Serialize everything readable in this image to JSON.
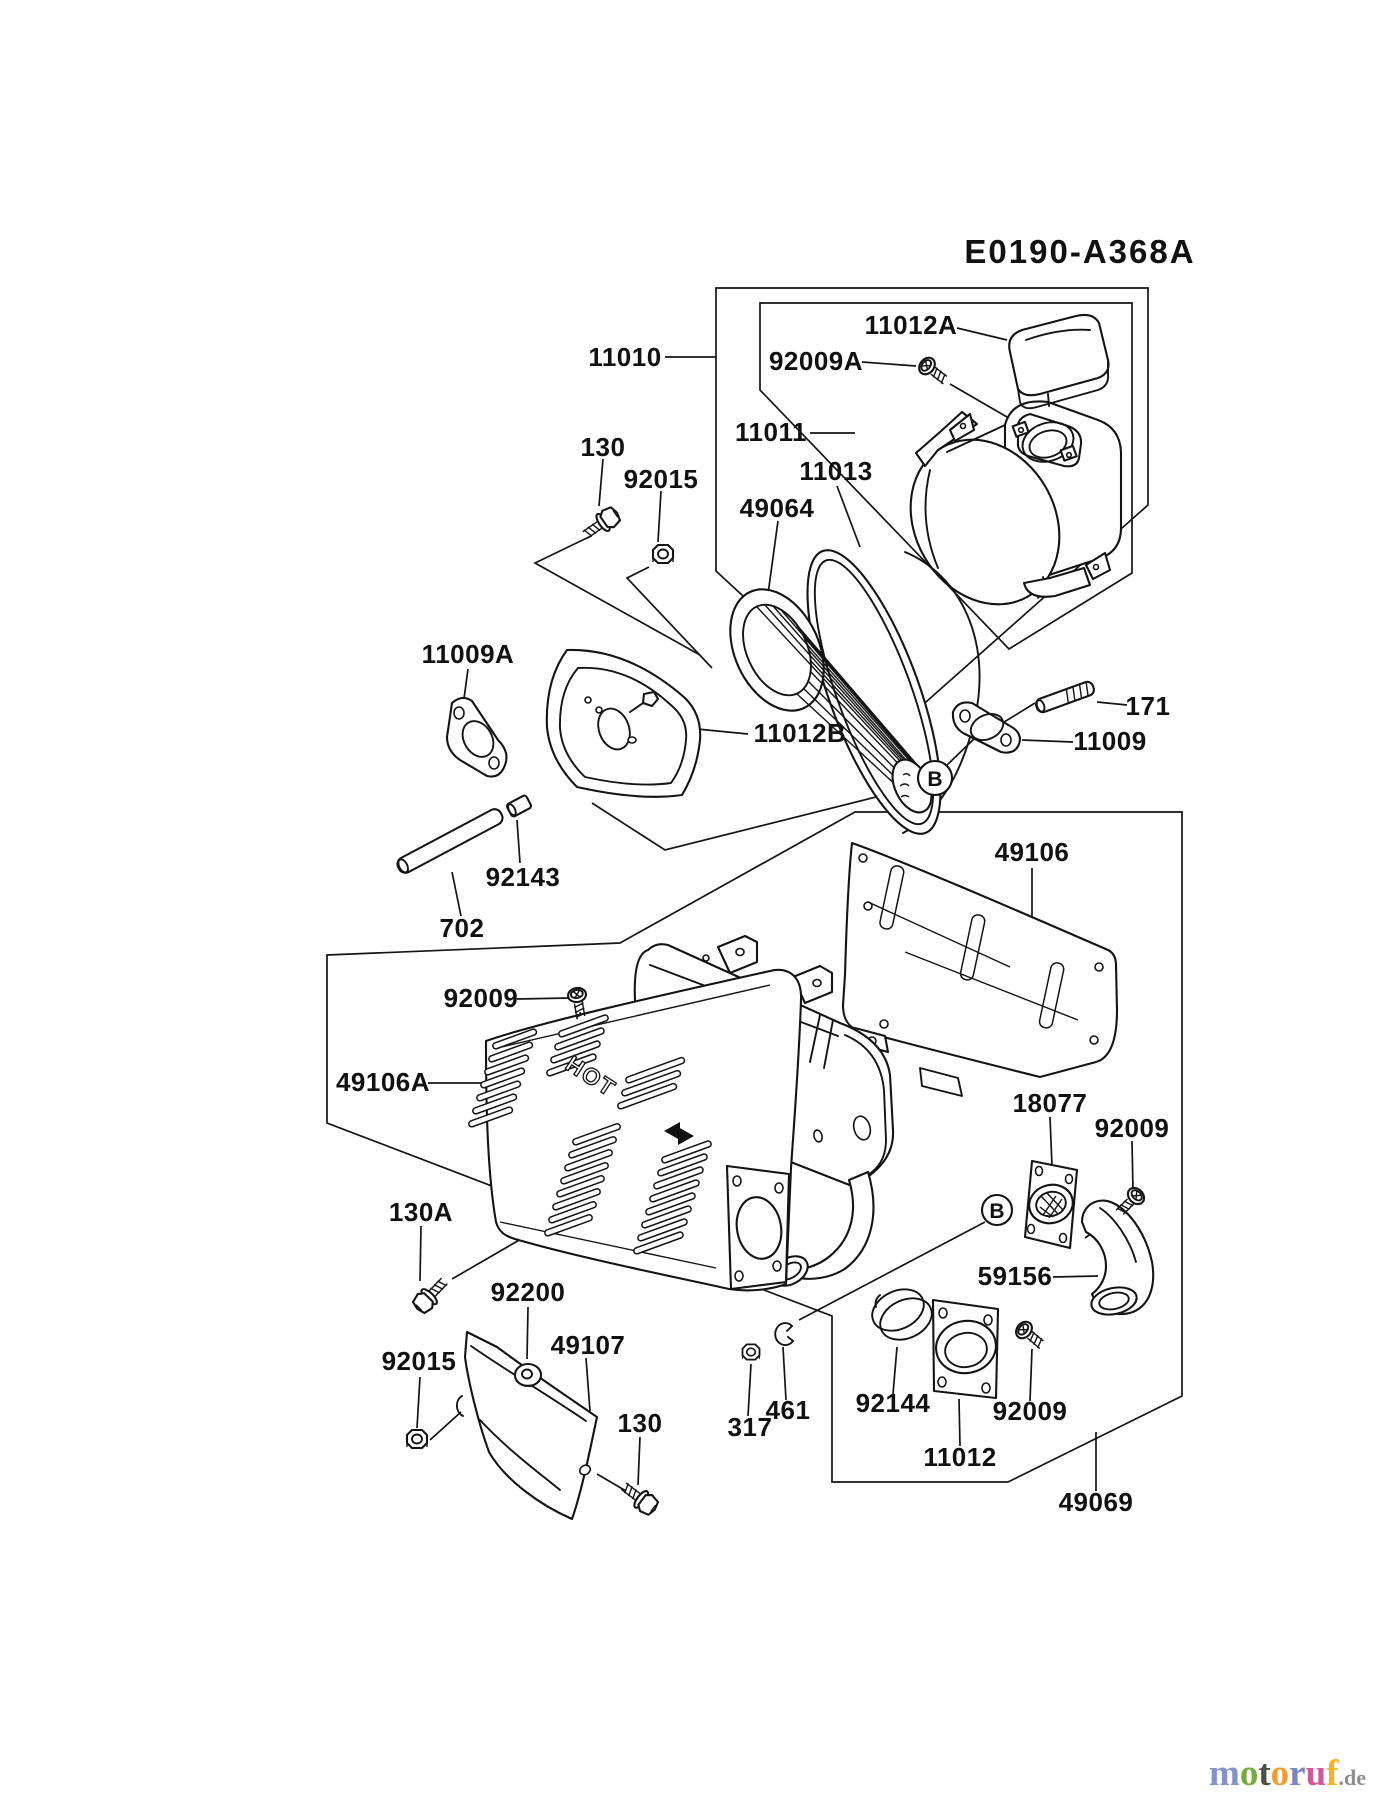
{
  "title": "E0190-A368A",
  "diagram": {
    "hot_marking": "HOT",
    "detail_markers": {
      "b_upper": "B",
      "b_lower": "B"
    },
    "part_labels": {
      "p11010": "11010",
      "p11012A": "11012A",
      "p92009A": "92009A",
      "p11011": "11011",
      "p130_top": "130",
      "p92015_top": "92015",
      "p11013": "11013",
      "p49064": "49064",
      "p11009A": "11009A",
      "p11012B": "11012B",
      "p171": "171",
      "p11009": "11009",
      "p92143": "92143",
      "p702": "702",
      "p49106": "49106",
      "p92009_muffler": "92009",
      "p49106A": "49106A",
      "p18077": "18077",
      "p92009_right": "92009",
      "p59156": "59156",
      "p130A": "130A",
      "p92200": "92200",
      "p49107": "49107",
      "p92015_bottom": "92015",
      "p130_bottom": "130",
      "p317": "317",
      "p461": "461",
      "p92144": "92144",
      "p92009_bottom": "92009",
      "p11012": "11012",
      "p49069": "49069"
    }
  },
  "watermark": {
    "brand_letters": [
      {
        "ch": "m",
        "color": "#8093cb"
      },
      {
        "ch": "o",
        "color": "#79a83d"
      },
      {
        "ch": "t",
        "color": "#4d5046"
      },
      {
        "ch": "o",
        "color": "#f29c2f"
      },
      {
        "ch": "r",
        "color": "#7d82c6"
      },
      {
        "ch": "u",
        "color": "#d2589b"
      },
      {
        "ch": "f",
        "color": "#f4b428"
      }
    ],
    "suffix": ".de",
    "suffix_color": "#8d8d8d"
  }
}
